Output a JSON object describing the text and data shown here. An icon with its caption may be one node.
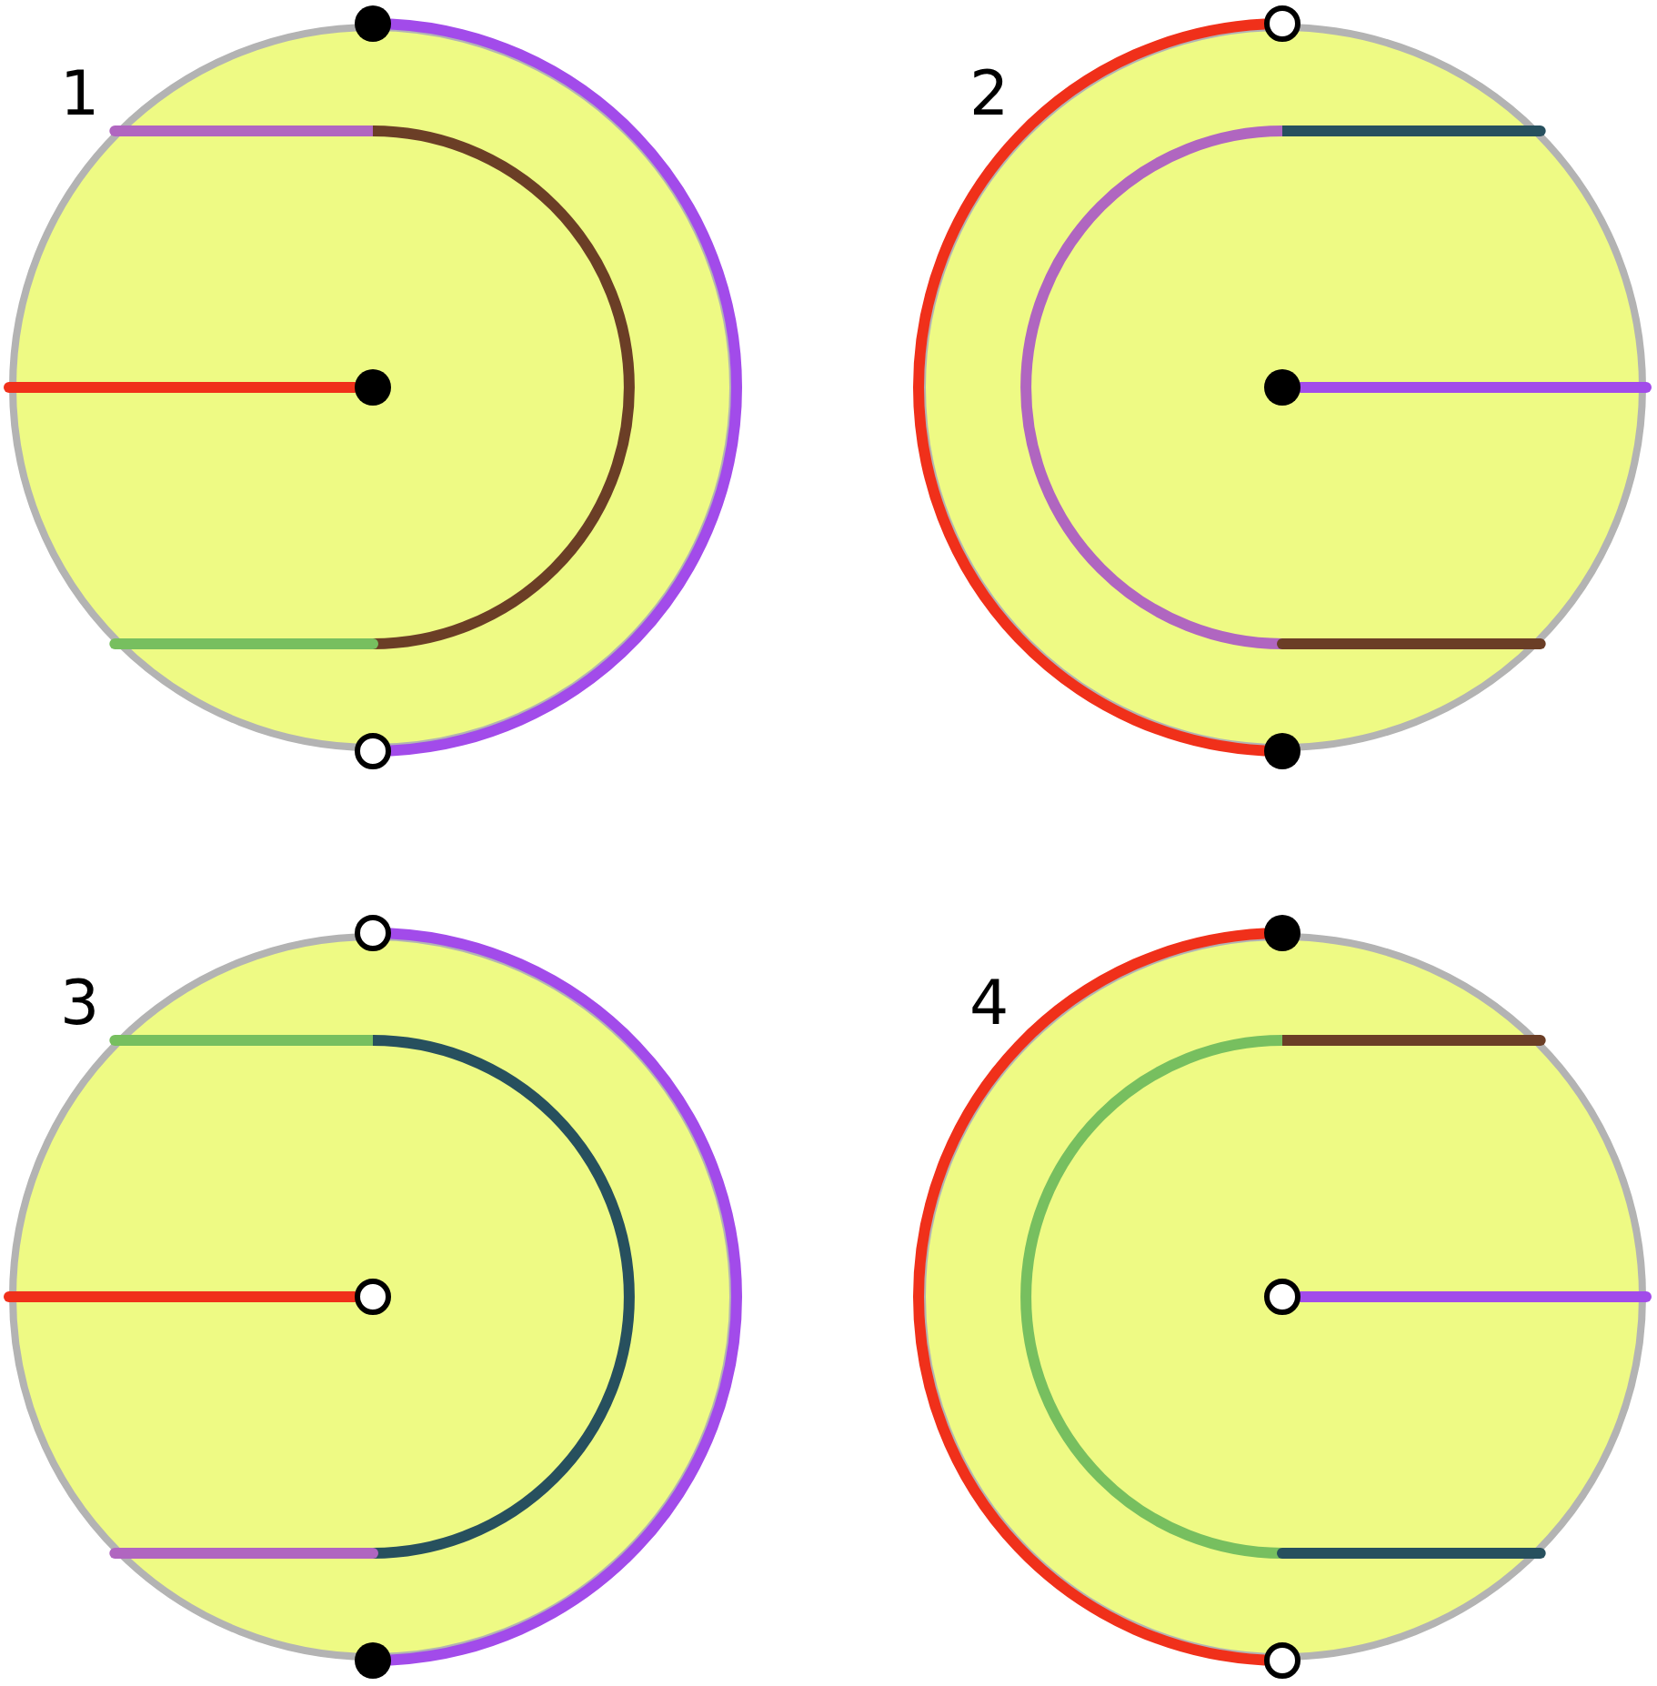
{
  "diagram": {
    "nodes": [
      {
        "text": [
          "1"
        ]
      },
      {
        "text": [],
        "shape": "dot",
        "in": 0
      },
      {
        "text": [],
        "shape": "dot",
        "in": 0
      },
      {
        "text": [],
        "shape": "circle",
        "in": 0
      },
      {
        "text": [
          "2"
        ]
      },
      {
        "text": [],
        "shape": "circle",
        "in": 4
      },
      {
        "text": [],
        "shape": "dot",
        "in": 4
      },
      {
        "text": [],
        "shape": "dot",
        "in": 4
      },
      {
        "text": [
          "3"
        ]
      },
      {
        "text": [],
        "shape": "circle",
        "in": 8
      },
      {
        "text": [],
        "shape": "circle",
        "in": 8
      },
      {
        "text": [],
        "shape": "dot",
        "in": 8
      },
      {
        "text": [
          "4"
        ]
      },
      {
        "text": [],
        "shape": "dot",
        "in": 12
      },
      {
        "text": [],
        "shape": "circle",
        "in": 12
      },
      {
        "text": [],
        "shape": "circle",
        "in": 12
      }
    ],
    "edges": [
      {
        "from": 1,
        "to": 3,
        "arrow": "none",
        "color": "#a24bea"
      },
      {
        "from": null,
        "to": 2,
        "arrow": "none",
        "color": "#f0301a"
      },
      {
        "from": 5,
        "to": 7,
        "arrow": "none",
        "color": "#f0301a"
      },
      {
        "from": 6,
        "to": null,
        "arrow": "none",
        "color": "#a24bea"
      },
      {
        "from": 9,
        "to": 11,
        "arrow": "none",
        "color": "#a24bea"
      },
      {
        "from": null,
        "to": 10,
        "arrow": "none",
        "color": "#f0301a"
      },
      {
        "from": 13,
        "to": 15,
        "arrow": "none",
        "color": "#f0301a"
      },
      {
        "from": 14,
        "to": null,
        "arrow": "none",
        "color": "#a24bea"
      }
    ]
  }
}
